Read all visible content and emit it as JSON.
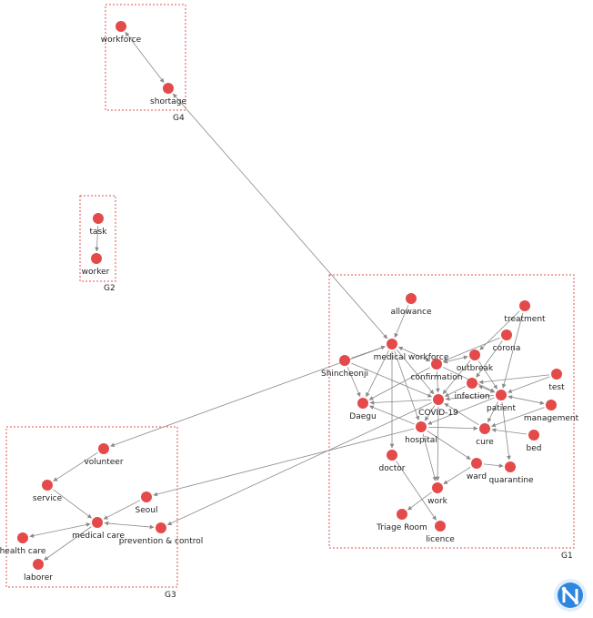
{
  "groups": [
    {
      "id": "G1",
      "label": "G1"
    },
    {
      "id": "G2",
      "label": "G2"
    },
    {
      "id": "G3",
      "label": "G3"
    },
    {
      "id": "G4",
      "label": "G4"
    }
  ],
  "nodes": [
    {
      "id": "workforce",
      "label": "workforce",
      "group": "G4"
    },
    {
      "id": "shortage",
      "label": "shortage",
      "group": "G4"
    },
    {
      "id": "task",
      "label": "task",
      "group": "G2"
    },
    {
      "id": "worker",
      "label": "worker",
      "group": "G2"
    },
    {
      "id": "allowance",
      "label": "allowance",
      "group": "G1"
    },
    {
      "id": "treatment",
      "label": "treatment",
      "group": "G1"
    },
    {
      "id": "medical_workforce",
      "label": "medical workforce",
      "group": "G1"
    },
    {
      "id": "corona",
      "label": "corona",
      "group": "G1"
    },
    {
      "id": "shincheonji",
      "label": "Shincheonji",
      "group": "G1"
    },
    {
      "id": "outbreak",
      "label": "outbreak",
      "group": "G1"
    },
    {
      "id": "confirmation",
      "label": "confirmation",
      "group": "G1"
    },
    {
      "id": "test",
      "label": "test",
      "group": "G1"
    },
    {
      "id": "infection",
      "label": "infection",
      "group": "G1"
    },
    {
      "id": "patient",
      "label": "patient",
      "group": "G1"
    },
    {
      "id": "management",
      "label": "management",
      "group": "G1"
    },
    {
      "id": "covid19",
      "label": "COVID-19",
      "group": "G1"
    },
    {
      "id": "daegu",
      "label": "Daegu",
      "group": "G1"
    },
    {
      "id": "hospital",
      "label": "hospital",
      "group": "G1"
    },
    {
      "id": "cure",
      "label": "cure",
      "group": "G1"
    },
    {
      "id": "bed",
      "label": "bed",
      "group": "G1"
    },
    {
      "id": "doctor",
      "label": "doctor",
      "group": "G1"
    },
    {
      "id": "ward",
      "label": "ward",
      "group": "G1"
    },
    {
      "id": "quarantine",
      "label": "quarantine",
      "group": "G1"
    },
    {
      "id": "work",
      "label": "work",
      "group": "G1"
    },
    {
      "id": "triage_room",
      "label": "Triage Room",
      "group": "G1"
    },
    {
      "id": "licence",
      "label": "licence",
      "group": "G1"
    },
    {
      "id": "volunteer",
      "label": "volunteer",
      "group": "G3"
    },
    {
      "id": "service",
      "label": "service",
      "group": "G3"
    },
    {
      "id": "seoul",
      "label": "Seoul",
      "group": "G3"
    },
    {
      "id": "medical_care",
      "label": "medical care",
      "group": "G3"
    },
    {
      "id": "prevention_control",
      "label": "prevention & control",
      "group": "G3"
    },
    {
      "id": "health_care",
      "label": "health care",
      "group": "G3"
    },
    {
      "id": "laborer",
      "label": "laborer",
      "group": "G3"
    }
  ],
  "edges": [
    [
      "workforce",
      "shortage",
      "both"
    ],
    [
      "shortage",
      "medical_workforce",
      "both"
    ],
    [
      "task",
      "worker",
      "forward"
    ],
    [
      "allowance",
      "medical_workforce",
      "forward"
    ],
    [
      "treatment",
      "patient",
      "forward"
    ],
    [
      "treatment",
      "outbreak",
      "forward"
    ],
    [
      "corona",
      "confirmation",
      "forward"
    ],
    [
      "corona",
      "infection",
      "forward"
    ],
    [
      "shincheonji",
      "medical_workforce",
      "forward"
    ],
    [
      "shincheonji",
      "daegu",
      "forward"
    ],
    [
      "shincheonji",
      "covid19",
      "forward"
    ],
    [
      "medical_workforce",
      "confirmation",
      "both"
    ],
    [
      "medical_workforce",
      "daegu",
      "forward"
    ],
    [
      "medical_workforce",
      "hospital",
      "forward"
    ],
    [
      "medical_workforce",
      "covid19",
      "forward"
    ],
    [
      "medical_workforce",
      "doctor",
      "forward"
    ],
    [
      "confirmation",
      "patient",
      "forward"
    ],
    [
      "confirmation",
      "outbreak",
      "both"
    ],
    [
      "confirmation",
      "covid19",
      "forward"
    ],
    [
      "confirmation",
      "daegu",
      "forward"
    ],
    [
      "outbreak",
      "patient",
      "forward"
    ],
    [
      "outbreak",
      "covid19",
      "forward"
    ],
    [
      "test",
      "patient",
      "forward"
    ],
    [
      "test",
      "infection",
      "forward"
    ],
    [
      "infection",
      "patient",
      "both"
    ],
    [
      "infection",
      "covid19",
      "forward"
    ],
    [
      "patient",
      "management",
      "both"
    ],
    [
      "patient",
      "covid19",
      "forward"
    ],
    [
      "patient",
      "cure",
      "forward"
    ],
    [
      "patient",
      "hospital",
      "forward"
    ],
    [
      "patient",
      "quarantine",
      "forward"
    ],
    [
      "management",
      "cure",
      "forward"
    ],
    [
      "covid19",
      "daegu",
      "forward"
    ],
    [
      "covid19",
      "hospital",
      "forward"
    ],
    [
      "covid19",
      "work",
      "forward"
    ],
    [
      "hospital",
      "cure",
      "forward"
    ],
    [
      "hospital",
      "ward",
      "forward"
    ],
    [
      "hospital",
      "daegu",
      "forward"
    ],
    [
      "hospital",
      "work",
      "forward"
    ],
    [
      "cure",
      "covid19",
      "forward"
    ],
    [
      "bed",
      "cure",
      "forward"
    ],
    [
      "ward",
      "work",
      "forward"
    ],
    [
      "ward",
      "quarantine",
      "forward"
    ],
    [
      "doctor",
      "licence",
      "forward"
    ],
    [
      "work",
      "triage_room",
      "forward"
    ],
    [
      "medical_workforce",
      "volunteer",
      "forward"
    ],
    [
      "hospital",
      "seoul",
      "forward"
    ],
    [
      "covid19",
      "prevention_control",
      "forward"
    ],
    [
      "volunteer",
      "service",
      "forward"
    ],
    [
      "service",
      "medical_care",
      "forward"
    ],
    [
      "seoul",
      "medical_care",
      "forward"
    ],
    [
      "medical_care",
      "prevention_control",
      "both"
    ],
    [
      "medical_care",
      "health_care",
      "both"
    ],
    [
      "medical_care",
      "laborer",
      "forward"
    ]
  ],
  "logo": {
    "icon": "network-logo-icon",
    "color": "#2e86de"
  }
}
